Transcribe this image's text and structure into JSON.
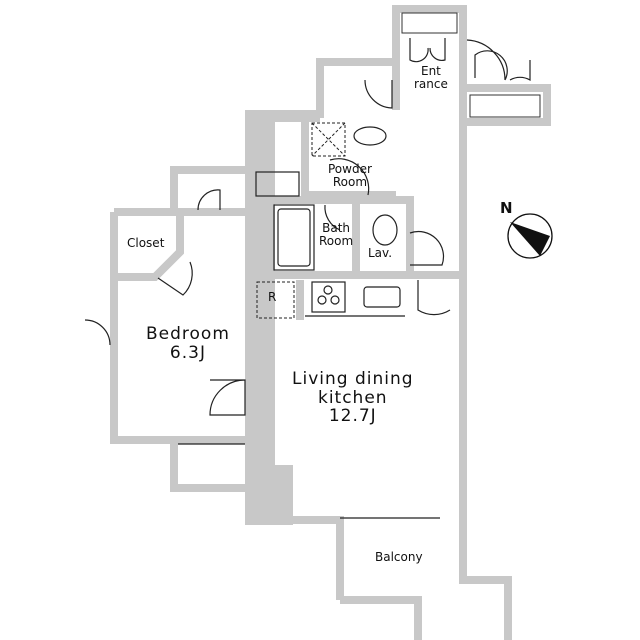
{
  "rooms": {
    "entrance": "Ent\nrance",
    "entrance_line1": "Ent",
    "entrance_line2": "rance",
    "powder_line1": "Powder",
    "powder_line2": "Room",
    "bath_line1": "Bath",
    "bath_line2": "Room",
    "lav": "Lav.",
    "closet": "Closet",
    "bedroom_name": "Bedroom",
    "bedroom_size": "6.3J",
    "ldk_line1": "Living dining",
    "ldk_line2": "kitchen",
    "ldk_size": "12.7J",
    "balcony": "Balcony",
    "fridge": "R"
  },
  "compass": {
    "label": "N"
  }
}
